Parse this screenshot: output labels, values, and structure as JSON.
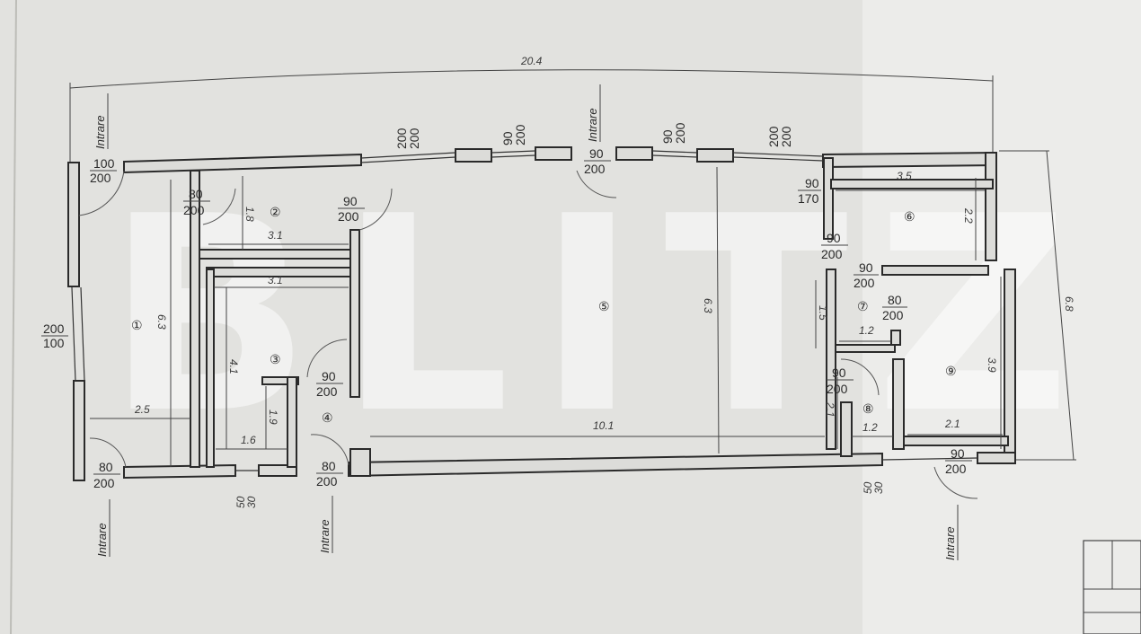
{
  "plan": {
    "overall_length": "20.4",
    "overall_depth": "6.8",
    "watermark": "BLITZ",
    "entry_label": "Intrare",
    "rooms": [
      "①",
      "②",
      "③",
      "④",
      "⑤",
      "⑥",
      "⑦",
      "⑧",
      "⑨"
    ],
    "openings": {
      "o_top_left": [
        "100",
        "200"
      ],
      "o_left_window": [
        "200",
        "100"
      ],
      "o_r2_door": [
        "80",
        "200"
      ],
      "o_r2_right": [
        "90",
        "200"
      ],
      "o_r1_bottom": [
        "80",
        "200"
      ],
      "o_r4_side": [
        "90",
        "200"
      ],
      "o_r4_bottom": [
        "80",
        "200"
      ],
      "o_main_door": [
        "90",
        "200"
      ],
      "o_r6_left": [
        "90",
        "170"
      ],
      "o_r6_low": [
        "90",
        "200"
      ],
      "o_r7_door": [
        "90",
        "200"
      ],
      "o_r7_right": [
        "80",
        "200"
      ],
      "o_r8_door": [
        "90",
        "200"
      ],
      "o_r9_bottom": [
        "90",
        "200"
      ],
      "o_win_1": [
        "200",
        "200"
      ],
      "o_win_2": [
        "90",
        "200"
      ],
      "o_win_3": [
        "90",
        "200"
      ],
      "o_win_4": [
        "200",
        "200"
      ],
      "o_small_1": [
        "50",
        "30"
      ],
      "o_small_2": [
        "50",
        "30"
      ]
    },
    "dims": {
      "d_r1_h": "6.3",
      "d_r1_w": "2.5",
      "d_r2_h": "1.8",
      "d_r2_w": "3.1",
      "d_r3_w": "3.1",
      "d_r3_h": "4.1",
      "d_r3b_h": "1.9",
      "d_r3b_w": "1.6",
      "d_r5_h": "6.3",
      "d_r5_w": "10.1",
      "d_r6_w": "3.5",
      "d_r6_h": "2.2",
      "d_r7_h": "1.5",
      "d_r7_w": "1.2",
      "d_r8_h": "2.1",
      "d_r8_w": "1.2",
      "d_r9_h": "3.9",
      "d_r9_w": "2.1"
    }
  }
}
